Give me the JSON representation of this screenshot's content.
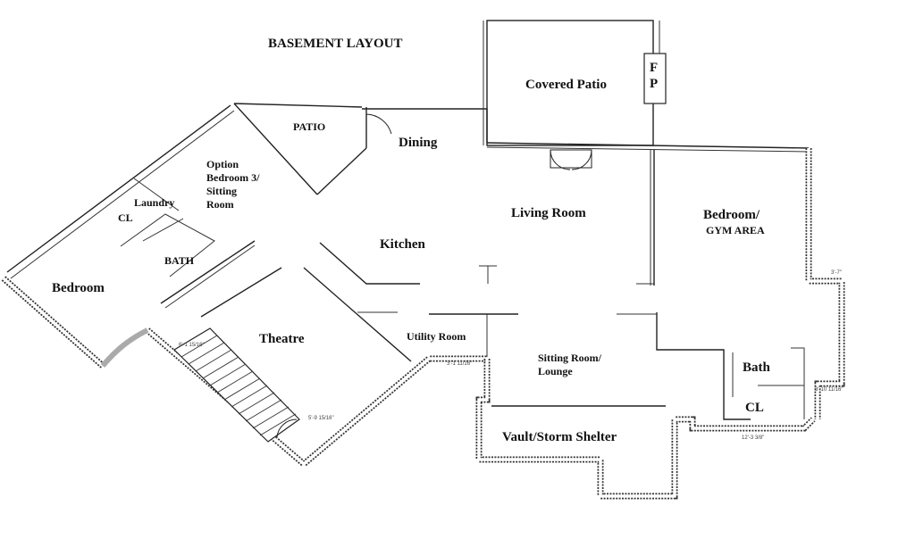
{
  "title": "BASEMENT LAYOUT",
  "rooms": {
    "covered_patio": "Covered Patio",
    "fp_f": "F",
    "fp_p": "P",
    "patio": "PATIO",
    "dining": "Dining",
    "option_1": "Option",
    "option_2": "Bedroom 3/",
    "option_3": "Sitting",
    "option_4": "Room",
    "laundry": "Laundry",
    "cl_left": "CL",
    "bath_left": "BATH",
    "bedroom_left": "Bedroom",
    "kitchen": "Kitchen",
    "living_room": "Living Room",
    "bedroom_right_1": "Bedroom/",
    "bedroom_right_2": "GYM AREA",
    "theatre": "Theatre",
    "utility_room": "Utility Room",
    "sitting_lounge_1": "Sitting Room/",
    "sitting_lounge_2": "Lounge",
    "bath_right": "Bath",
    "cl_right": "CL",
    "vault": "Vault/Storm Shelter"
  },
  "dimensions": {
    "d1": "3'-7\"",
    "d2": "3'-10 11/16\"",
    "d3": "12'-3 3/8\"",
    "d4": "6'-1 15/16\"",
    "d5": "5'-9 15/16\"",
    "d6": "3'-1 11/16\""
  },
  "colors": {
    "wall": "#222222",
    "fill": "#ffffff",
    "text": "#111111"
  }
}
